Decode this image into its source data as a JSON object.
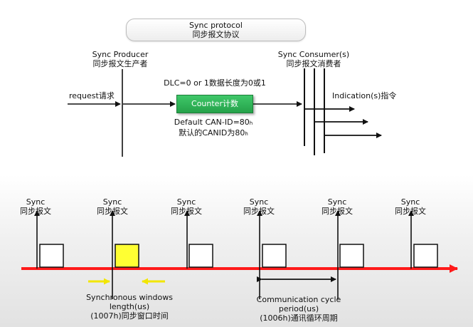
{
  "title": {
    "line1": "Sync protocol",
    "line2": "同步报文协议"
  },
  "producer": {
    "line1": "Sync Producer",
    "line2": "同步报文生产者"
  },
  "consumer": {
    "line1": "Sync Consumer(s)",
    "line2": "同步报文消费者"
  },
  "request_label": "request请求",
  "dlc_label": "DLC=0 or 1数据长度为0或1",
  "counter_label": "Counter计数",
  "default_id": {
    "line1": "Default CAN-ID=80",
    "line2": "默认的CANID为80",
    "suffix": "h"
  },
  "indication_label": "Indication(s)指令",
  "sync_markers": [
    {
      "line1": "Sync",
      "line2": "同步报文"
    },
    {
      "line1": "Sync",
      "line2": "同步报文"
    },
    {
      "line1": "Sync",
      "line2": "同步报文"
    },
    {
      "line1": "Sync",
      "line2": "同步报文"
    },
    {
      "line1": "Sync",
      "line2": "同步报文"
    },
    {
      "line1": "Sync",
      "line2": "同步报文"
    }
  ],
  "sync_window": {
    "line1": "Synchronous windows",
    "line2": "length(us)",
    "line3": "(1007h)同步窗口时间"
  },
  "comm_cycle": {
    "line1": "Communication cycle",
    "line2": "period(us)",
    "line3": "(1006h)通讯循环周期"
  },
  "colors": {
    "timeline": "#ff1a1a",
    "counter_box": "#2db556",
    "window_box": "#ffff33",
    "window_arrows": "#f2e600",
    "lines": "#111111"
  }
}
